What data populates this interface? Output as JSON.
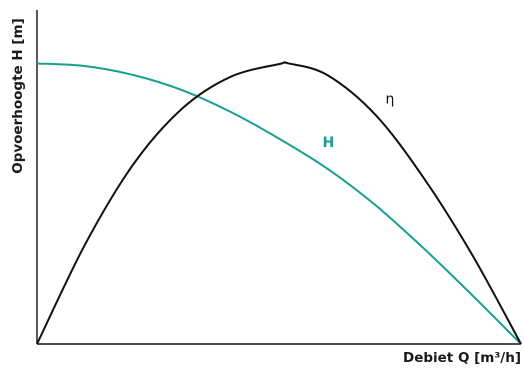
{
  "chart_data": {
    "type": "line",
    "xlabel": "Debiet Q  [m³/h]",
    "ylabel": "Opvoerhoogte H [m]",
    "xlim": [
      0,
      10
    ],
    "ylim": [
      0,
      10
    ],
    "grid": false,
    "series": [
      {
        "name": "H",
        "color": "#18a08c",
        "x": [
          0,
          1,
          2,
          3,
          4,
          5,
          6,
          7,
          8,
          9,
          10
        ],
        "y": [
          8.4,
          8.32,
          8.05,
          7.6,
          6.95,
          6.15,
          5.25,
          4.15,
          2.85,
          1.45,
          0
        ]
      },
      {
        "name": "η",
        "color": "#111111",
        "x": [
          0,
          1,
          2,
          3,
          4,
          5,
          5.2,
          6,
          7,
          8,
          9,
          10
        ],
        "y": [
          0,
          3.0,
          5.4,
          7.05,
          8.0,
          8.38,
          8.4,
          8.05,
          6.85,
          4.95,
          2.65,
          0
        ]
      }
    ]
  }
}
